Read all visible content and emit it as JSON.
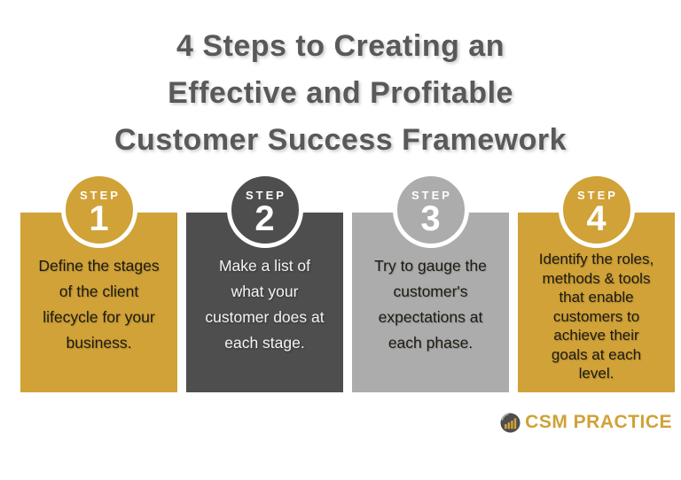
{
  "title": {
    "lines": [
      "4 Steps to Creating an",
      "Effective and Profitable",
      "Customer Success Framework"
    ],
    "full": "4 Steps to Creating an Effective and Profitable Customer Success Framework"
  },
  "steps": [
    {
      "label": "STEP",
      "number": "1",
      "theme": "gold",
      "lines": [
        "Define the stages",
        "of the client",
        "lifecycle for your",
        "business."
      ],
      "text": "Define the stages of the client lifecycle for your business."
    },
    {
      "label": "STEP",
      "number": "2",
      "theme": "dark",
      "lines": [
        "Make a list of",
        "what your",
        "customer does at",
        "each stage."
      ],
      "text": "Make a list of what your customer does at each stage."
    },
    {
      "label": "STEP",
      "number": "3",
      "theme": "silver",
      "lines": [
        "Try to gauge the",
        "customer's",
        "expectations at",
        "each phase."
      ],
      "text": "Try to gauge the customer's expectations at each phase."
    },
    {
      "label": "STEP",
      "number": "4",
      "theme": "gold",
      "lines": [
        "Identify the roles,",
        "methods & tools",
        "that enable",
        "customers to",
        "achieve their",
        "goals at each",
        "level."
      ],
      "text": "Identify the roles, methods & tools that enable customers to achieve their goals at each level."
    }
  ],
  "logo": {
    "text": "CSM PRACTICE",
    "icon": "bar-chart-circle-icon"
  },
  "colors": {
    "gold": "#D0A237",
    "dark_gray": "#4F4E4E",
    "silver": "#ACACAC",
    "title_text": "#595959",
    "card_text_dark": "#1E1A12",
    "card_text_light": "#F4F4F4",
    "logo_gold": "#D0A237",
    "background": "#FFFFFF"
  }
}
